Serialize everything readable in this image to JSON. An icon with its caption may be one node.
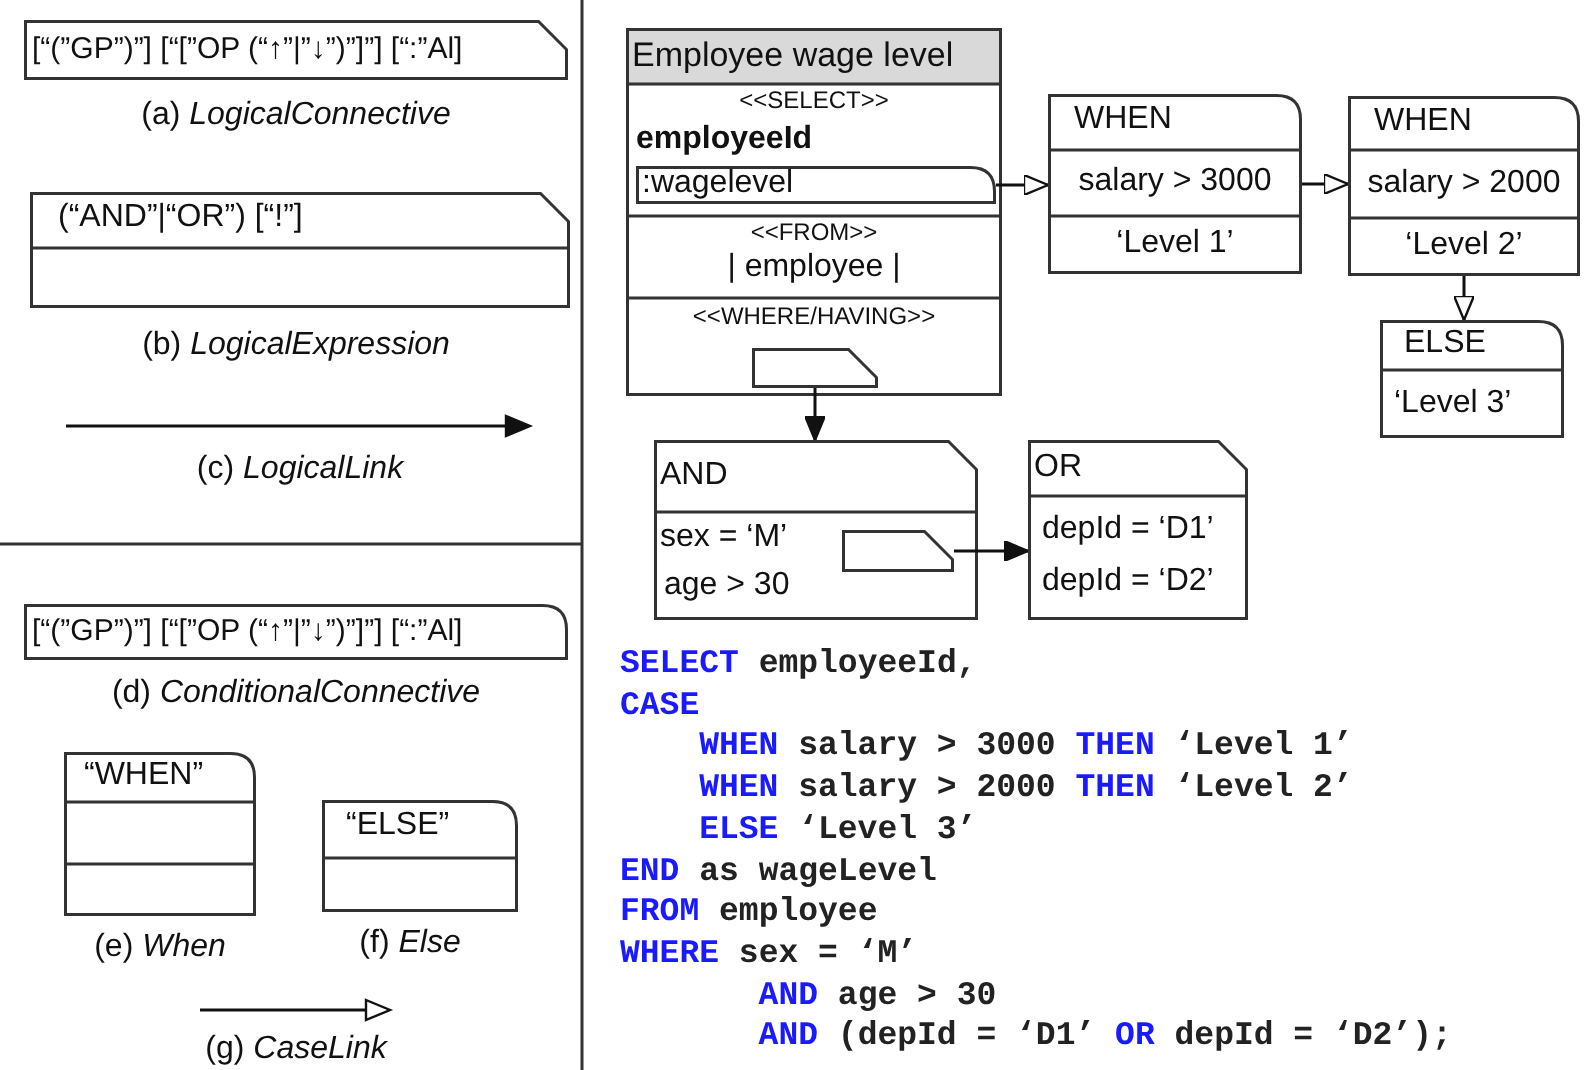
{
  "diagram": {
    "nodes": [
      {
        "text": [
          "[“(”GP”)”] [“[”OP (“↑”|”↓”)”]”] [“:”Al]"
        ],
        "beside": [
          "(a) *LogicalConnective*"
        ]
      },
      {
        "text": [
          "(“AND”|“OR”) [“!”]"
        ],
        "beside": [
          "(b) *LogicalExpression*"
        ]
      },
      {
        "text": [
          "[“(”GP”)”] [“[”OP (“↑”|”↓”)”]”] [“:”Al]"
        ],
        "beside": [
          "(d) *ConditionalConnective*"
        ]
      },
      {
        "text": [
          "“WHEN”"
        ],
        "beside": [
          "(e) *When*"
        ]
      },
      {
        "text": [
          "“ELSE”"
        ],
        "beside": [
          "(f) *Else*"
        ]
      },
      {
        "text": [
          "Employee wage level",
          "<<SELECT>>",
          "employeeId",
          "<<FROM>>",
          "| employee |",
          "<<WHERE/HAVING>>"
        ]
      },
      {
        "text": [
          ":wagelevel"
        ],
        "in": 5
      },
      {
        "text": [],
        "shape": "box",
        "in": 5
      },
      {
        "text": [
          "WHEN",
          "salary > 3000",
          "‘Level 1’"
        ]
      },
      {
        "text": [
          "WHEN",
          "salary > 2000",
          "‘Level 2’"
        ]
      },
      {
        "text": [
          "ELSE",
          "‘Level 3’"
        ]
      },
      {
        "text": [
          "AND",
          "sex = ‘M’",
          "age > 30"
        ]
      },
      {
        "text": [],
        "shape": "box",
        "in": 11
      },
      {
        "text": [
          "OR",
          "depId = ‘D1’",
          "depId = ‘D2’"
        ]
      }
    ],
    "edges": [
      {
        "from": 6,
        "to": 8,
        "arrow": "to"
      },
      {
        "from": 8,
        "to": 9,
        "arrow": "to"
      },
      {
        "from": 9,
        "to": 10,
        "arrow": "to"
      },
      {
        "from": 7,
        "to": 11,
        "arrow": "to"
      },
      {
        "from": 12,
        "to": 13,
        "arrow": "to"
      }
    ],
    "labels": [
      "(c) *LogicalLink*",
      "(g) *CaseLink*",
      "SELECT employeeId,",
      "CASE",
      "WHEN salary > 3000 THEN ‘Level 1’",
      "WHEN salary > 2000 THEN ‘Level 2’",
      "ELSE ‘Level 3’",
      "END as wageLevel",
      "FROM employee",
      "WHERE sex = ‘M’",
      "AND age > 30",
      "AND (depId = ‘D1’ OR depId = ‘D2’);"
    ]
  }
}
